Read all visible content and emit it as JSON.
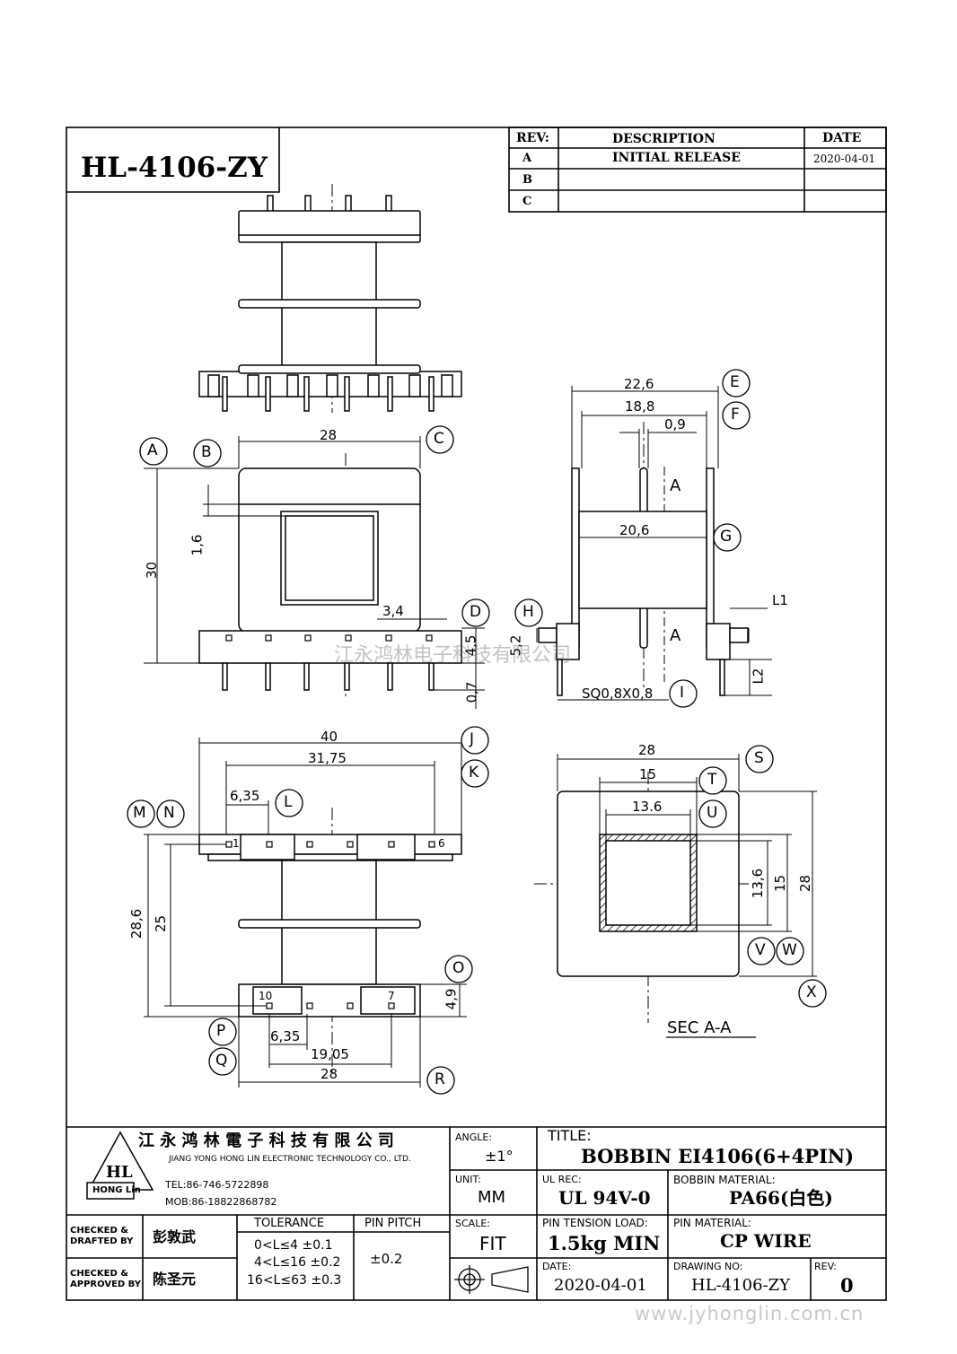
{
  "drawing_no_header": "HL-4106-ZY",
  "revision_table": {
    "headers": {
      "rev": "REV:",
      "description": "DESCRIPTION",
      "date": "DATE"
    },
    "rows": [
      {
        "rev": "A",
        "description": "INITIAL  RELEASE",
        "date": "2020-04-01"
      },
      {
        "rev": "B",
        "description": "",
        "date": ""
      },
      {
        "rev": "C",
        "description": "",
        "date": ""
      }
    ]
  },
  "callouts": [
    "A",
    "B",
    "C",
    "D",
    "E",
    "F",
    "G",
    "H",
    "I",
    "J",
    "K",
    "L",
    "M",
    "N",
    "O",
    "P",
    "Q",
    "R",
    "S",
    "T",
    "U",
    "V",
    "W",
    "X"
  ],
  "dimensions": {
    "front_width": "28",
    "front_height": "30",
    "flange_thk": "1,6",
    "pin_gap": "3,4",
    "base_h": "4,5",
    "pin_len": "0,7",
    "side_e": "22,6",
    "side_f": "18,8",
    "side_09": "0,9",
    "side_g": "20,6",
    "side_h": "5,2",
    "l1": "L1",
    "l2": "L2",
    "sq": "SQ0,8X0,8",
    "sec_a1": "A",
    "sec_a2": "A",
    "bottom_40": "40",
    "bottom_3175": "31,75",
    "bottom_635a": "6,35",
    "bottom_286": "28,6",
    "bottom_25": "25",
    "bottom_49": "4,9",
    "bottom_635b": "6,35",
    "bottom_1905": "19,05",
    "bottom_28": "28",
    "pin1": "1",
    "pin6": "6",
    "pin10": "10",
    "pin7": "7",
    "sec_28": "28",
    "sec_15": "15",
    "sec_136": "13.6",
    "sec_v136": "13,6",
    "sec_v15": "15",
    "sec_v28": "28",
    "sec_label": "SEC  A-A"
  },
  "watermark": "江永鸿林电子科技有限公司",
  "title_block": {
    "company_cn": "江 永 鸿 林 電 子 科 技 有 限 公 司",
    "company_en": "JIANG YONG HONG LIN ELECTRONIC TECHNOLOGY CO., LTD.",
    "logo_letters": "HL",
    "logo_name": "HONG Lin",
    "tel": "TEL:86-746-5722898",
    "mob": "MOB:86-18822868782",
    "angle_label": "ANGLE:",
    "angle_value": "±1°",
    "title_label": "TITLE:",
    "title_value": "BOBBIN   EI4106(6+4PIN)",
    "unit_label": "UNIT:",
    "unit_value": "MM",
    "ul_label": "UL REC:",
    "ul_value": "UL 94V-0",
    "bobbin_mat_label": "BOBBIN MATERIAL:",
    "bobbin_mat_value": "PA66(白色)",
    "checked_drafted": "CHECKED &\nDRAFTED BY",
    "drafted_name": "彭敦武",
    "tolerance_label": "TOLERANCE",
    "tol1": "0<L≤4  ±0.1",
    "tol2": "4<L≤16 ±0.2",
    "tol3": "16<L≤63 ±0.3",
    "pitch_label": "PIN PITCH",
    "pitch_value": "±0.2",
    "scale_label": "SCALE:",
    "scale_value": "FIT",
    "tension_label": "PIN TENSION LOAD:",
    "tension_value": "1.5kg MIN",
    "pin_mat_label": "PIN MATERIAL:",
    "pin_mat_value": "CP WIRE",
    "checked_approved": "CHECKED &\nAPPROVED BY",
    "approved_name": "陈圣元",
    "date_label": "DATE:",
    "date_value": "2020-04-01",
    "drawing_label": "DRAWING NO:",
    "drawing_value": "HL-4106-ZY",
    "rev_label": "REV:",
    "rev_value": "0"
  },
  "footer_url": "www.jyhonglin.com.cn"
}
